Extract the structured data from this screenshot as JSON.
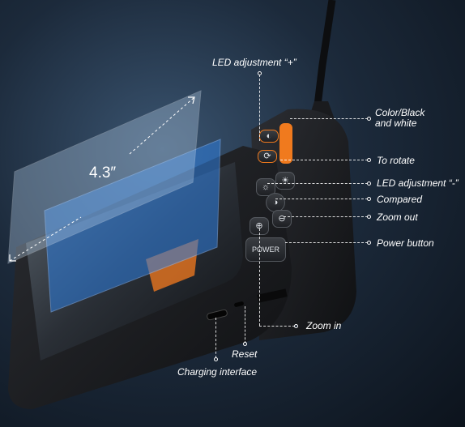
{
  "screen_size_label": "4.3″",
  "power_key_label": "POWER",
  "callouts": {
    "led_plus": "LED adjustment “+”",
    "color_bw_line1": "Color/Black",
    "color_bw_line2": "and white",
    "rotate": "To rotate",
    "led_minus": "LED adjustment “-”",
    "compared": "Compared",
    "zoom_out": "Zoom out",
    "power_button": "Power button",
    "zoom_in": "Zoom in",
    "reset": "Reset",
    "charging": "Charging interface"
  },
  "colors": {
    "accent_orange": "#f07a1e",
    "glass_blue": "#2f7fe0",
    "body_dark": "#1b1c1f"
  }
}
